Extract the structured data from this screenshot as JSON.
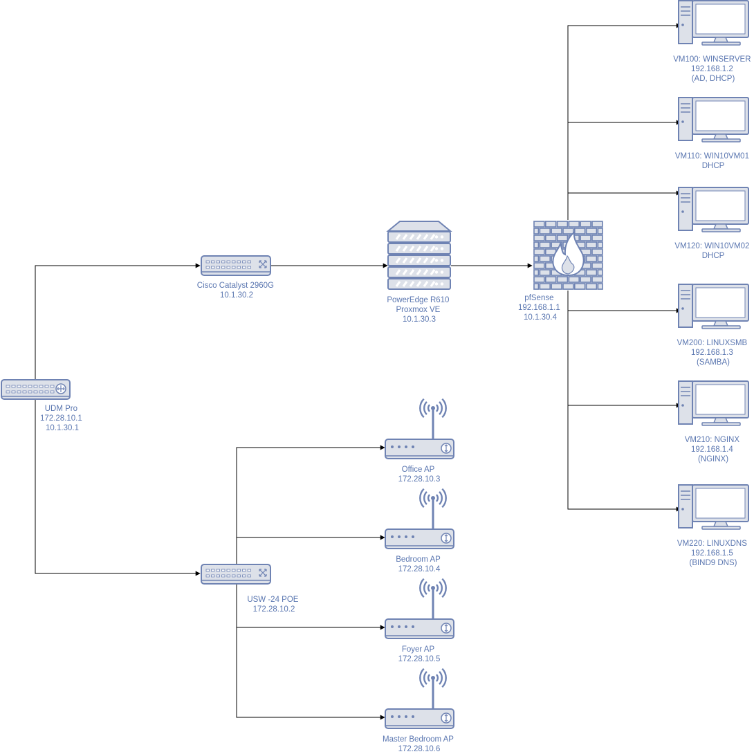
{
  "colors": {
    "device_stroke": "#6f83b3",
    "device_fill": "#dde1e9",
    "label": "#5a76b0",
    "wire": "#000000"
  },
  "nodes": {
    "udm_pro": {
      "icon": "router-icon",
      "lines": [
        "UDM Pro",
        "172.28.10.1",
        "10.1.30.1"
      ]
    },
    "cisco_switch": {
      "icon": "switch-icon",
      "lines": [
        "Cisco Catalyst 2960G",
        "10.1.30.2"
      ]
    },
    "poweredge": {
      "icon": "server-rack-icon",
      "lines": [
        "PowerEdge R610",
        "Proxmox VE",
        "10.1.30.3"
      ]
    },
    "pfsense": {
      "icon": "firewall-icon",
      "lines": [
        "pfSense",
        "192.168.1.1",
        "10.1.30.4"
      ]
    },
    "usw_switch": {
      "icon": "switch-icon",
      "lines": [
        "USW -24 POE",
        "172.28.10.2"
      ]
    },
    "vm100": {
      "icon": "workstation-icon",
      "lines": [
        "VM100: WINSERVER",
        "192.168.1.2",
        "(AD, DHCP)"
      ]
    },
    "vm110": {
      "icon": "workstation-icon",
      "lines": [
        "VM110: WIN10VM01",
        "DHCP"
      ]
    },
    "vm120": {
      "icon": "workstation-icon",
      "lines": [
        "VM120: WIN10VM02",
        "DHCP"
      ]
    },
    "vm200": {
      "icon": "workstation-icon",
      "lines": [
        "VM200: LINUXSMB",
        "192.168.1.3",
        "(SAMBA)"
      ]
    },
    "vm210": {
      "icon": "workstation-icon",
      "lines": [
        "VM210: NGINX",
        "192.168.1.4",
        "(NGINX)"
      ]
    },
    "vm220": {
      "icon": "workstation-icon",
      "lines": [
        "VM220: LINUXDNS",
        "192.168.1.5",
        "(BIND9 DNS)"
      ]
    },
    "office_ap": {
      "icon": "wireless-ap-icon",
      "lines": [
        "Office AP",
        "172.28.10.3"
      ]
    },
    "bedroom_ap": {
      "icon": "wireless-ap-icon",
      "lines": [
        "Bedroom AP",
        "172.28.10.4"
      ]
    },
    "foyer_ap": {
      "icon": "wireless-ap-icon",
      "lines": [
        "Foyer AP",
        "172.28.10.5"
      ]
    },
    "master_ap": {
      "icon": "wireless-ap-icon",
      "lines": [
        "Master Bedroom AP",
        "172.28.10.6"
      ]
    }
  },
  "edges": [
    [
      "udm_pro",
      "cisco_switch"
    ],
    [
      "udm_pro",
      "usw_switch"
    ],
    [
      "cisco_switch",
      "poweredge"
    ],
    [
      "poweredge",
      "pfsense"
    ],
    [
      "pfsense",
      "vm100"
    ],
    [
      "pfsense",
      "vm110"
    ],
    [
      "pfsense",
      "vm120"
    ],
    [
      "pfsense",
      "vm200"
    ],
    [
      "pfsense",
      "vm210"
    ],
    [
      "pfsense",
      "vm220"
    ],
    [
      "usw_switch",
      "office_ap"
    ],
    [
      "usw_switch",
      "bedroom_ap"
    ],
    [
      "usw_switch",
      "foyer_ap"
    ],
    [
      "usw_switch",
      "master_ap"
    ]
  ]
}
